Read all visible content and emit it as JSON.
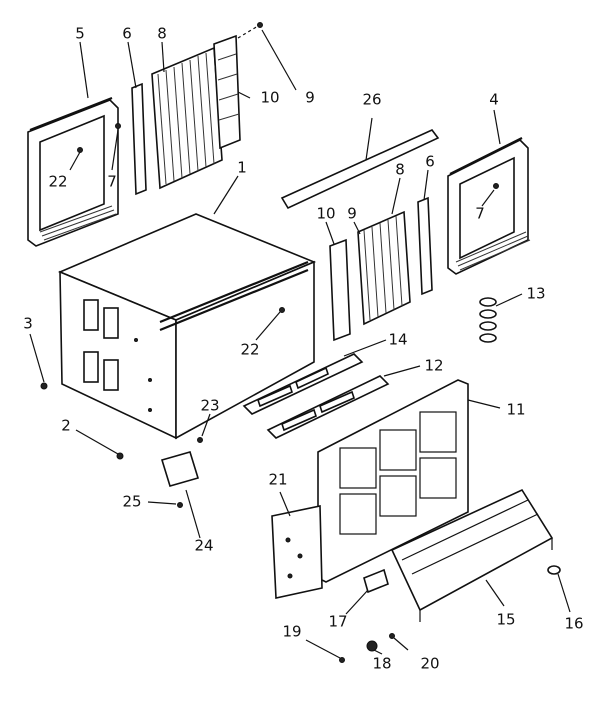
{
  "labels": [
    {
      "id": "5",
      "text": "5"
    },
    {
      "id": "6a",
      "text": "6"
    },
    {
      "id": "8a",
      "text": "8"
    },
    {
      "id": "9a",
      "text": "9"
    },
    {
      "id": "10a",
      "text": "10"
    },
    {
      "id": "22a",
      "text": "22"
    },
    {
      "id": "7a",
      "text": "7"
    },
    {
      "id": "1",
      "text": "1"
    },
    {
      "id": "26",
      "text": "26"
    },
    {
      "id": "8b",
      "text": "8"
    },
    {
      "id": "6b",
      "text": "6"
    },
    {
      "id": "4",
      "text": "4"
    },
    {
      "id": "7b",
      "text": "7"
    },
    {
      "id": "10b",
      "text": "10"
    },
    {
      "id": "9b",
      "text": "9"
    },
    {
      "id": "13",
      "text": "13"
    },
    {
      "id": "3",
      "text": "3"
    },
    {
      "id": "22b",
      "text": "22"
    },
    {
      "id": "14",
      "text": "14"
    },
    {
      "id": "12",
      "text": "12"
    },
    {
      "id": "11",
      "text": "11"
    },
    {
      "id": "2",
      "text": "2"
    },
    {
      "id": "23",
      "text": "23"
    },
    {
      "id": "25",
      "text": "25"
    },
    {
      "id": "24",
      "text": "24"
    },
    {
      "id": "21",
      "text": "21"
    },
    {
      "id": "17",
      "text": "17"
    },
    {
      "id": "15",
      "text": "15"
    },
    {
      "id": "16",
      "text": "16"
    },
    {
      "id": "19",
      "text": "19"
    },
    {
      "id": "18",
      "text": "18"
    },
    {
      "id": "20",
      "text": "20"
    }
  ]
}
